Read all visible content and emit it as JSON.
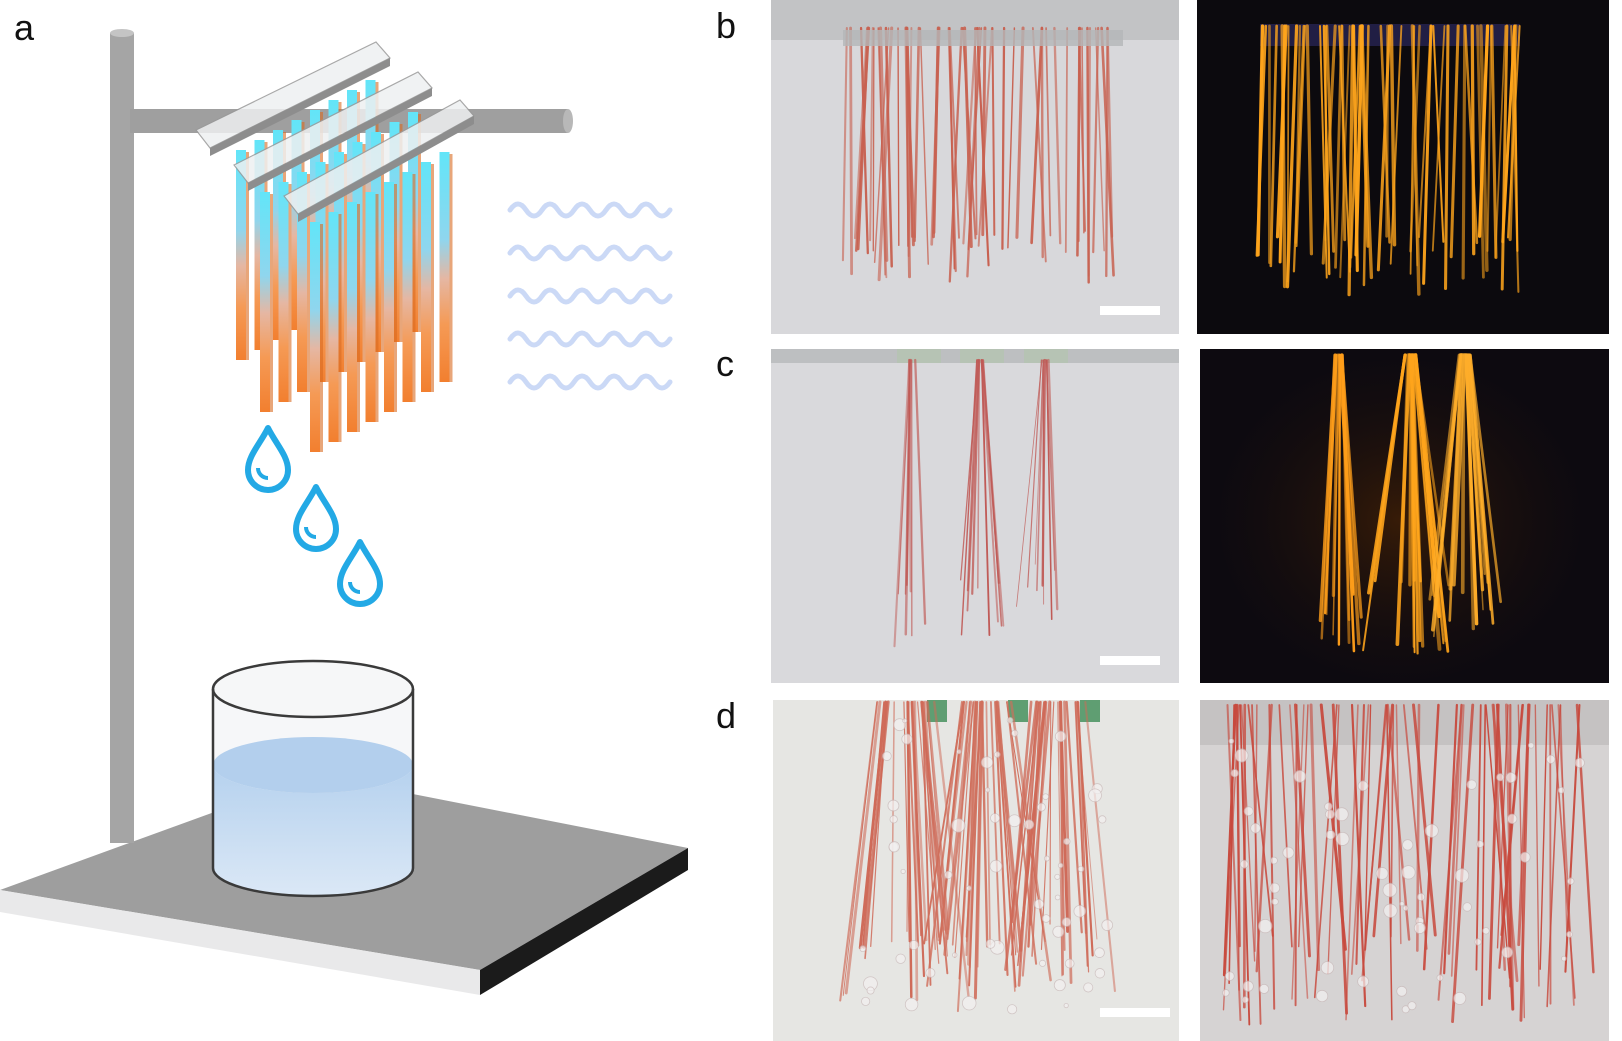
{
  "panels": {
    "a": "a",
    "b": "b",
    "c": "c",
    "d": "d"
  },
  "colors": {
    "fiber_red": "#c8604f",
    "fiber_glow": "#ffa51c",
    "light_bg": "#d9d9dc",
    "dark_bg": "#0d0a10",
    "strip_top": "#67e6f7",
    "strip_bottom": "#f58a3a",
    "droplet": "#23a9e5",
    "stand": "#a6a6a6",
    "base": "#9b9b9b",
    "water": "#c6dcf0",
    "steam": "#c9d8f5"
  }
}
